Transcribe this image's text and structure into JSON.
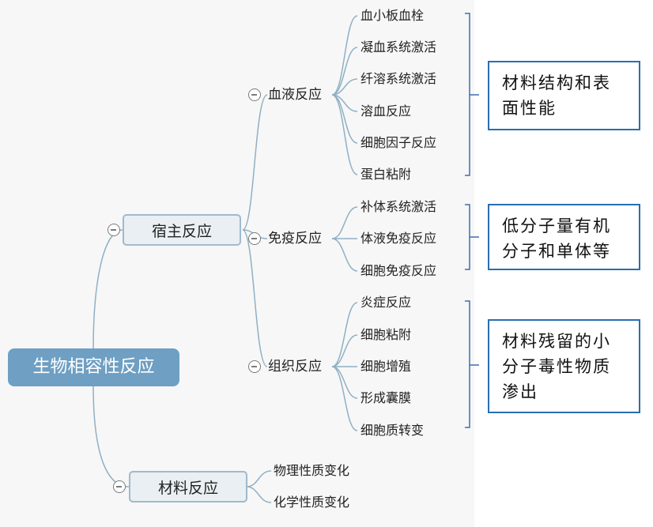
{
  "root": "生物相容性反应",
  "branches": [
    {
      "label": "宿主反应",
      "groups": [
        {
          "label": "血液反应",
          "items": [
            "血小板血栓",
            "凝血系统激活",
            "纤溶系统激活",
            "溶血反应",
            "细胞因子反应",
            "蛋白粘附"
          ]
        },
        {
          "label": "免疫反应",
          "items": [
            "补体系统激活",
            "体液免疫反应",
            "细胞免疫反应"
          ]
        },
        {
          "label": "组织反应",
          "items": [
            "炎症反应",
            "细胞粘附",
            "细胞增殖",
            "形成囊膜",
            "细胞质转变"
          ]
        }
      ]
    },
    {
      "label": "材料反应",
      "items": [
        "物理性质变化",
        "化学性质变化"
      ]
    }
  ],
  "notes": [
    "材料结构和表面性能",
    "低分子量有机分子和单体等",
    "材料残留的小分子毒性物质渗出"
  ],
  "colors": {
    "line": "#8fb0c4",
    "root": "#6f9fc2",
    "note_border": "#2a6eb1",
    "bracket": "#3d6fae"
  }
}
